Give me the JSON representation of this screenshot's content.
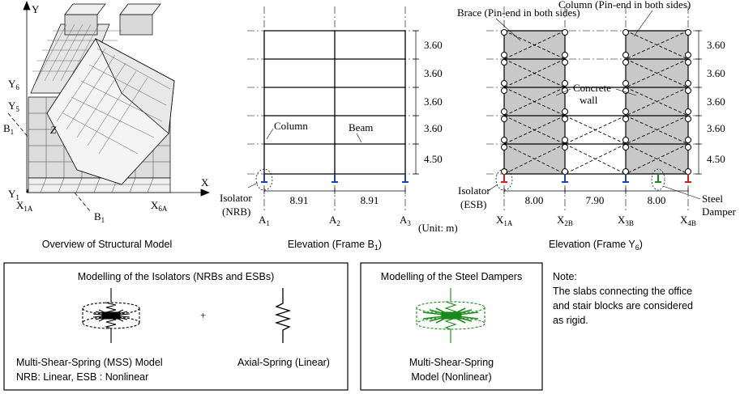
{
  "overview": {
    "caption": "Overview of Structural Model",
    "axis_y": "Y",
    "axis_x": "X",
    "axis_z": "Z",
    "y6": "Y",
    "y6_sub": "6",
    "y5": "Y",
    "y5_sub": "5",
    "y1": "Y",
    "y1_sub": "1",
    "b1_top": "B",
    "b1_top_sub": "1",
    "b1_bottom": "B",
    "b1_bottom_sub": "1",
    "x1a": "X",
    "x1a_sub": "1A",
    "x6a": "X",
    "x6a_sub": "6A"
  },
  "frame_b1": {
    "caption": "Elevation (Frame B",
    "caption_sub": "1",
    "caption_end": ")",
    "column_label": "Column",
    "beam_label": "Beam",
    "isolator_label": "Isolator",
    "isolator_type": "(NRB)",
    "story_heights": [
      "3.60",
      "3.60",
      "3.60",
      "3.60",
      "4.50"
    ],
    "spans": [
      "8.91",
      "8.91"
    ],
    "axes": [
      {
        "main": "A",
        "sub": "1"
      },
      {
        "main": "A",
        "sub": "2"
      },
      {
        "main": "A",
        "sub": "3"
      }
    ],
    "unit": "(Unit: m)"
  },
  "frame_y6": {
    "caption": "Elevation (Frame Y",
    "caption_sub": "6",
    "caption_end": ")",
    "brace_label": "Brace (Pin-end in both sides)",
    "column_label": "Column (Pin-end in both sides)",
    "wall_label_1": "Concrete",
    "wall_label_2": "wall",
    "isolator_label": "Isolator",
    "isolator_type": "(ESB)",
    "damper_label_1": "Steel",
    "damper_label_2": "Damper",
    "story_heights": [
      "3.60",
      "3.60",
      "3.60",
      "3.60",
      "4.50"
    ],
    "spans": [
      "8.00",
      "7.90",
      "8.00"
    ],
    "axes": [
      {
        "main": "X",
        "sub": "1A"
      },
      {
        "main": "X",
        "sub": "2B"
      },
      {
        "main": "X",
        "sub": "3B"
      },
      {
        "main": "X",
        "sub": "4B"
      }
    ]
  },
  "isolator_box": {
    "title": "Modelling of the Isolators (NRBs and ESBs)",
    "plus": "+",
    "mss_label": "Multi-Shear-Spring  (MSS) Model",
    "mss_sub": "NRB: Linear, ESB : Nonlinear",
    "axial_label": "Axial-Spring (Linear)"
  },
  "damper_box": {
    "title": "Modelling of the Steel Dampers",
    "label_1": "Multi-Shear-Spring",
    "label_2": "Model (Nonlinear)"
  },
  "note": {
    "title": "Note:",
    "lines": [
      "The slabs connecting the office",
      "and stair blocks are considered",
      "as rigid."
    ]
  },
  "colors": {
    "nrb_isolator": "#1f3fbf",
    "esb_isolator": "#d62020",
    "steel_damper": "#1a8a1a",
    "wall_fill": "#c8c8c8",
    "dim_line": "#000000"
  }
}
